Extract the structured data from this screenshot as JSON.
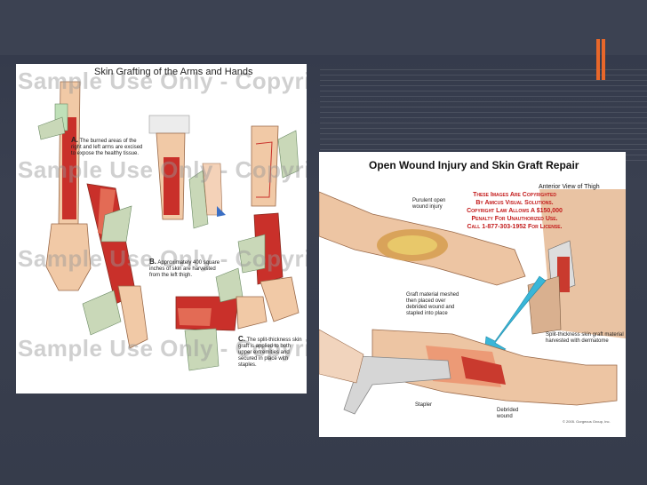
{
  "slide": {
    "accent_color": "#e8672a",
    "background_color": "#363c4b"
  },
  "left_panel": {
    "title": "Skin Grafting of the Arms and Hands",
    "watermark": "Sample Use Only - Copyrighted",
    "steps": [
      {
        "letter": "A.",
        "text": "The burned areas of the right and left arms are excised to expose the healthy tissue."
      },
      {
        "letter": "B.",
        "text": "Approximately 400 square inches of skin are harvested from the left thigh."
      },
      {
        "letter": "C.",
        "text": "The split-thickness skin graft is applied to both upper extremities and secured in place with staples."
      }
    ]
  },
  "right_panel": {
    "title": "Open Wound Injury and Skin Graft Repair",
    "anterior_label": "Anterior View of Thigh",
    "copyright_notice": [
      "These Images Are Copyrighted",
      "By Amicus Visual Solutions.",
      "Copyright Law Allows A $150,000",
      "Penalty For Unauthorized Use.",
      "Call 1-877-303-1952 For License."
    ],
    "callouts": {
      "wound": "Purulent open wound injury",
      "graft": "Graft material meshed then placed over debrided wound and stapled into place",
      "dermatome": "Split-thickness skin graft material harvested with dermatome",
      "stapler": "Stapler",
      "debrided": "Debrided wound"
    },
    "credit": "© 2005. Gorgeous Group, Inc."
  }
}
